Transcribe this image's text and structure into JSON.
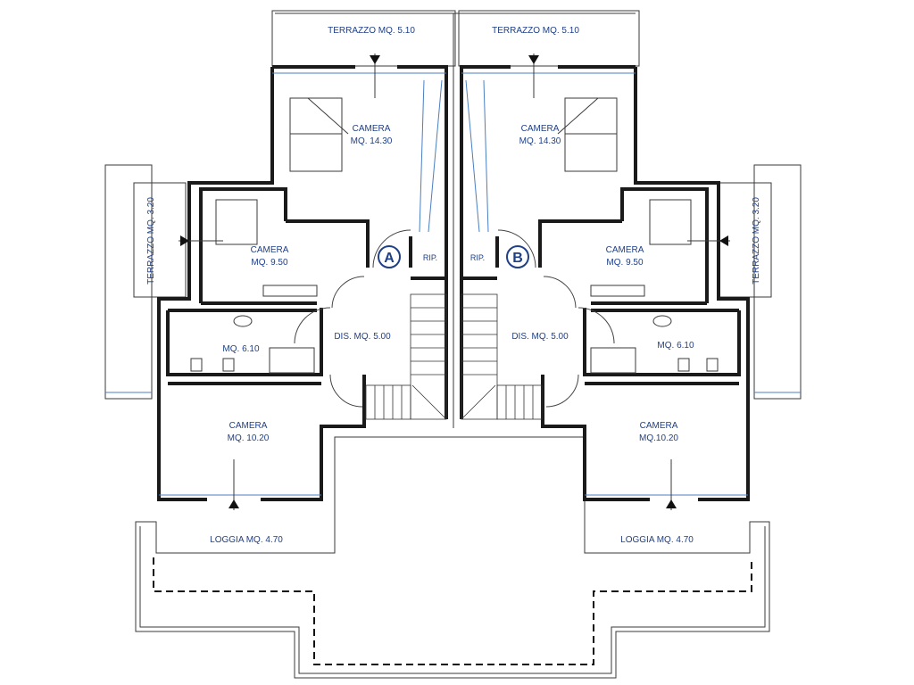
{
  "plan": {
    "left": {
      "badge": "A",
      "terrazzo_top": "TERRAZZO  MQ. 5.10",
      "terrazzo_side": "TERRAZZO  MQ. 3.20",
      "camera_main": {
        "name": "CAMERA",
        "area": "MQ. 14.30"
      },
      "camera_mid": {
        "name": "CAMERA",
        "area": "MQ. 9.50"
      },
      "bath": {
        "area": "MQ. 6.10"
      },
      "dis": "DIS.  MQ. 5.00",
      "rip": "RIP.",
      "camera_low": {
        "name": "CAMERA",
        "area": "MQ. 10.20"
      },
      "loggia": "LOGGIA  MQ. 4.70"
    },
    "right": {
      "badge": "B",
      "terrazzo_top": "TERRAZZO  MQ. 5.10",
      "terrazzo_side": "TERRAZZO  MQ. 3.20",
      "camera_main": {
        "name": "CAMERA",
        "area": "MQ. 14.30"
      },
      "camera_mid": {
        "name": "CAMERA",
        "area": "MQ. 9.50"
      },
      "bath": {
        "area": "MQ. 6.10"
      },
      "dis": "DIS.  MQ. 5.00",
      "rip": "RIP.",
      "camera_low": {
        "name": "CAMERA",
        "area": "MQ.10.20"
      },
      "loggia": "LOGGIA  MQ. 4.70"
    }
  }
}
